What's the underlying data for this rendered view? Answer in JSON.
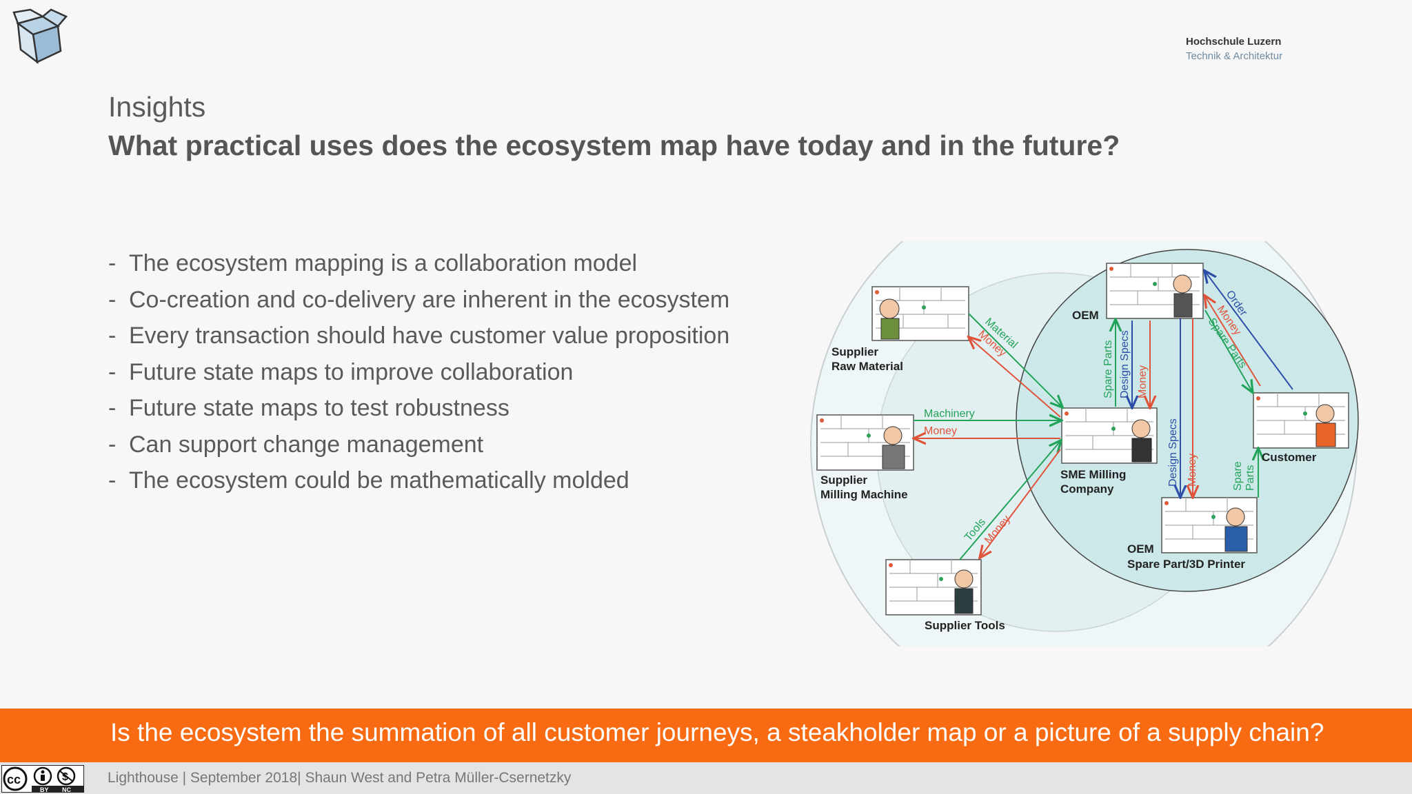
{
  "header": {
    "institution_name": "Hochschule Luzern",
    "institution_dept": "Technik & Architektur"
  },
  "slide": {
    "kicker": "Insights",
    "title": "What practical uses does the ecosystem map have today and in the future?",
    "bullets": [
      "The ecosystem mapping is a collaboration model",
      "Co-creation and co-delivery are inherent in the ecosystem",
      "Every transaction should have customer value proposition",
      "Future state maps to improve collaboration",
      "Future state maps to test robustness",
      "Can support change management",
      "The ecosystem could be mathematically molded"
    ],
    "bullet_marker": "-"
  },
  "diagram": {
    "nodes": {
      "oem": "OEM",
      "supplier_raw_1": "Supplier",
      "supplier_raw_2": "Raw Material",
      "supplier_mill_1": "Supplier",
      "supplier_mill_2": "Milling Machine",
      "sme_1": "SME Milling",
      "sme_2": "Company",
      "customer": "Customer",
      "oem_spare_1": "OEM",
      "oem_spare_2": "Spare Part/3D Printer",
      "supplier_tools": "Supplier Tools"
    },
    "flows": {
      "material": "Material",
      "money": "Money",
      "machinery": "Machinery",
      "tools": "Tools",
      "spare_parts": "Spare Parts",
      "design_specs": "Design Specs",
      "order": "Order",
      "spare": "Spare",
      "parts": "Parts"
    },
    "colors": {
      "green": "#22a35a",
      "red": "#e0533a",
      "blue": "#2c4ea8",
      "inner_fill": "#cfe9e9",
      "outer_fill": "#e7f2f3"
    }
  },
  "banner": {
    "text": "Is the ecosystem the summation of all customer journeys, a steakholder map or a picture of a supply chain?",
    "color": "#f96b13"
  },
  "footer": {
    "text": "Lighthouse | September 2018| Shaun West and Petra Müller-Csernetzky",
    "license_icons": [
      "cc-icon",
      "by-icon",
      "nc-icon"
    ],
    "license_labels": [
      "BY",
      "NC"
    ]
  }
}
